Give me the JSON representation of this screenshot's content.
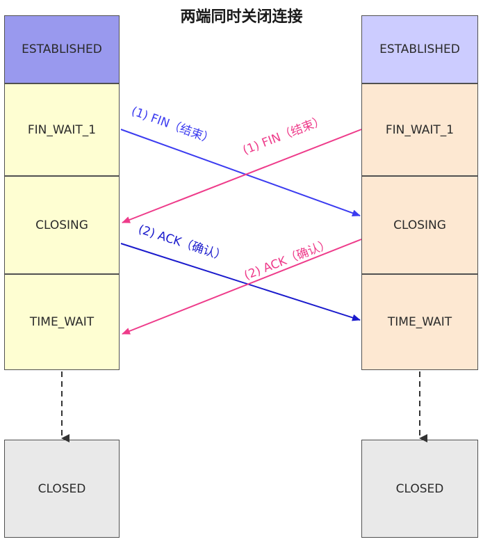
{
  "title": "两端同时关闭连接",
  "left": {
    "states": [
      "ESTABLISHED",
      "FIN_WAIT_1",
      "CLOSING",
      "TIME_WAIT"
    ],
    "final": "CLOSED"
  },
  "right": {
    "states": [
      "ESTABLISHED",
      "FIN_WAIT_1",
      "CLOSING",
      "TIME_WAIT"
    ],
    "final": "CLOSED"
  },
  "messages": {
    "fin_left": "(1) FIN（结束）",
    "fin_right": "(1) FIN（结束）",
    "ack_left": "(2) ACK（确认）",
    "ack_right": "(2) ACK（确认）"
  },
  "colors": {
    "left_fin": "#3b3bf0",
    "left_ack": "#1a1acc",
    "right_msgs": "#ee3b8a"
  }
}
